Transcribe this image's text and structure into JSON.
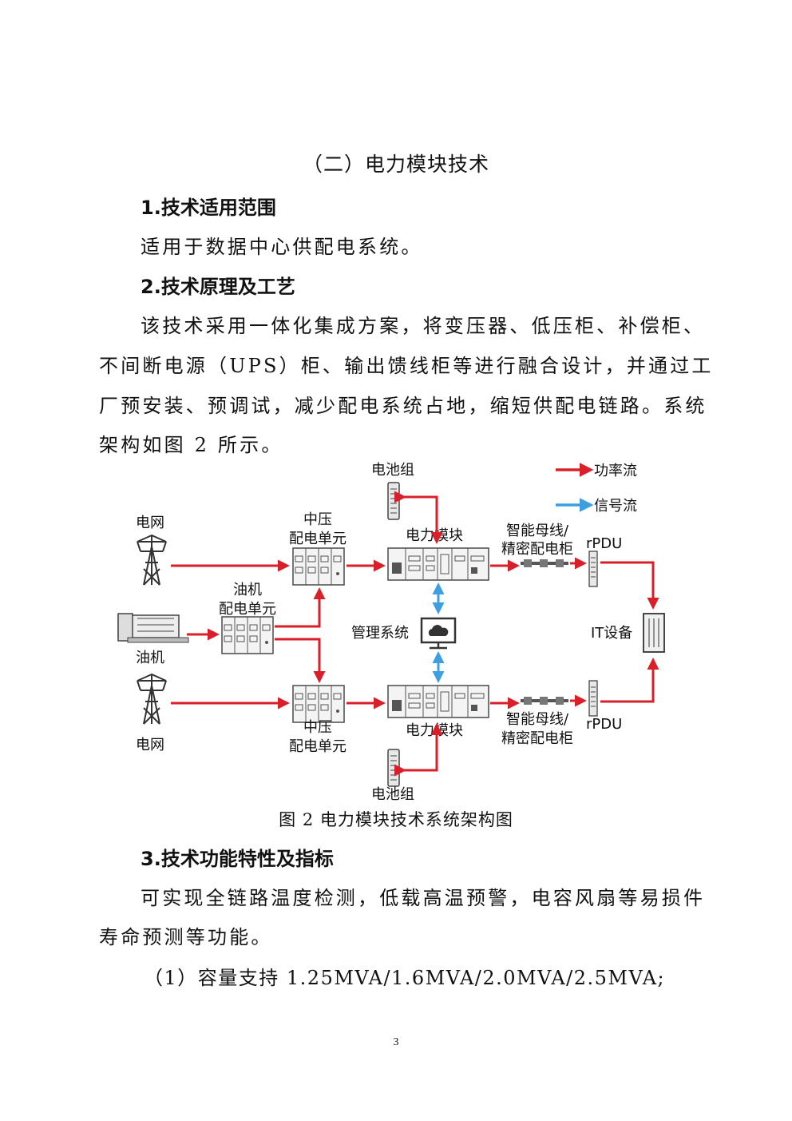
{
  "section": {
    "title": "（二）电力模块技术"
  },
  "s1": {
    "heading": "1.技术适用范围",
    "body": "适用于数据中心供配电系统。"
  },
  "s2": {
    "heading": "2.技术原理及工艺",
    "lines": [
      "该技术采用一体化集成方案，将变压器、低压柜、补偿柜、",
      "不间断电源（UPS）柜、输出馈线柜等进行融合设计，并通过工",
      "厂预安装、预调试，减少配电系统占地，缩短供配电链路。系统",
      "架构如图 2 所示。"
    ]
  },
  "figure": {
    "caption": "图 2  电力模块技术系统架构图",
    "legend": {
      "power": "功率流",
      "signal": "信号流"
    },
    "labels": {
      "grid_top": "电网",
      "grid_bottom": "电网",
      "diesel": "油机",
      "mv_top_1": "中压",
      "mv_top_2": "配电单元",
      "mv_bottom_1": "中压",
      "mv_bottom_2": "配电单元",
      "diesel_dist_1": "油机",
      "diesel_dist_2": "配电单元",
      "battery_top": "电池组",
      "battery_bottom": "电池组",
      "power_module_top": "电力模块",
      "power_module_bottom": "电力模块",
      "mgmt": "管理系统",
      "busway_top_1": "智能母线/",
      "busway_top_2": "精密配电柜",
      "busway_bottom_1": "智能母线/",
      "busway_bottom_2": "精密配电柜",
      "rpdu_top": "rPDU",
      "rpdu_bottom": "rPDU",
      "it": "IT设备"
    },
    "colors": {
      "power": "#d9202a",
      "signal": "#3d9ee0",
      "equipment": "#555555"
    }
  },
  "s3": {
    "heading": "3.技术功能特性及指标",
    "lines": [
      "可实现全链路温度检测，低载高温预警，电容风扇等易损件",
      "寿命预测等功能。",
      "（1）容量支持 1.25MVA/1.6MVA/2.0MVA/2.5MVA;"
    ]
  },
  "page": {
    "number": "3"
  }
}
